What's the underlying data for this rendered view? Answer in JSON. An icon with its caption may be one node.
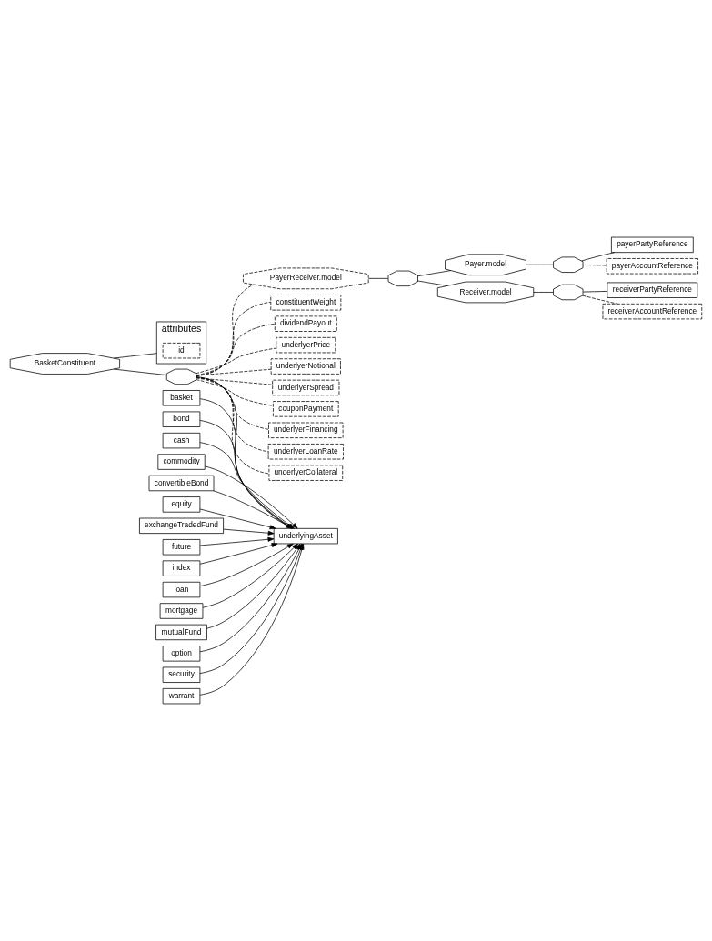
{
  "diagram": {
    "nodes": [
      {
        "text": [
          "BasketConstituent"
        ]
      },
      {
        "text": [
          "attributes"
        ]
      },
      {
        "text": [
          "id"
        ],
        "in": 1
      },
      {
        "text": [],
        "shape": "octagon"
      },
      {
        "text": [
          "PayerReceiver.model"
        ]
      },
      {
        "text": [],
        "shape": "octagon"
      },
      {
        "text": [
          "Payer.model"
        ]
      },
      {
        "text": [],
        "shape": "octagon"
      },
      {
        "text": [
          "payerPartyReference"
        ]
      },
      {
        "text": [
          "payerAccountReference"
        ]
      },
      {
        "text": [
          "Receiver.model"
        ]
      },
      {
        "text": [],
        "shape": "octagon"
      },
      {
        "text": [
          "receiverPartyReference"
        ]
      },
      {
        "text": [
          "receiverAccountReference"
        ]
      },
      {
        "text": [
          "underlyingAsset"
        ]
      },
      {
        "text": [
          "basket"
        ]
      },
      {
        "text": [
          "bond"
        ]
      },
      {
        "text": [
          "cash"
        ]
      },
      {
        "text": [
          "commodity"
        ]
      },
      {
        "text": [
          "convertibleBond"
        ]
      },
      {
        "text": [
          "equity"
        ]
      },
      {
        "text": [
          "exchangeTradedFund"
        ]
      },
      {
        "text": [
          "future"
        ]
      },
      {
        "text": [
          "index"
        ]
      },
      {
        "text": [
          "loan"
        ]
      },
      {
        "text": [
          "mortgage"
        ]
      },
      {
        "text": [
          "mutualFund"
        ]
      },
      {
        "text": [
          "option"
        ]
      },
      {
        "text": [
          "security"
        ]
      },
      {
        "text": [
          "warrant"
        ]
      },
      {
        "text": [
          "constituentWeight"
        ]
      },
      {
        "text": [
          "dividendPayout"
        ]
      },
      {
        "text": [
          "underlyerPrice"
        ]
      },
      {
        "text": [
          "underlyerNotional"
        ]
      },
      {
        "text": [
          "underlyerSpread"
        ]
      },
      {
        "text": [
          "couponPayment"
        ]
      },
      {
        "text": [
          "underlyerFinancing"
        ]
      },
      {
        "text": [
          "underlyerLoanRate"
        ]
      },
      {
        "text": [
          "underlyerCollateral"
        ]
      }
    ],
    "edges": [
      {
        "from": 0,
        "to": 1,
        "arrow": "none"
      },
      {
        "from": 0,
        "to": 3,
        "arrow": "none"
      },
      {
        "from": 3,
        "to": 4,
        "arrow": "none",
        "style": "dashed"
      },
      {
        "from": 4,
        "to": 5,
        "arrow": "none"
      },
      {
        "from": 5,
        "to": 6,
        "arrow": "none"
      },
      {
        "from": 5,
        "to": 10,
        "arrow": "none"
      },
      {
        "from": 6,
        "to": 7,
        "arrow": "none"
      },
      {
        "from": 7,
        "to": 8,
        "arrow": "none"
      },
      {
        "from": 7,
        "to": 9,
        "arrow": "none",
        "style": "dashed"
      },
      {
        "from": 10,
        "to": 11,
        "arrow": "none"
      },
      {
        "from": 11,
        "to": 12,
        "arrow": "none"
      },
      {
        "from": 11,
        "to": 13,
        "arrow": "none",
        "style": "dashed"
      },
      {
        "from": 3,
        "to": 14,
        "arrow": "none"
      },
      {
        "from": 15,
        "to": 14,
        "arrow": "to"
      },
      {
        "from": 16,
        "to": 14,
        "arrow": "to"
      },
      {
        "from": 17,
        "to": 14,
        "arrow": "to"
      },
      {
        "from": 18,
        "to": 14,
        "arrow": "to"
      },
      {
        "from": 19,
        "to": 14,
        "arrow": "to"
      },
      {
        "from": 20,
        "to": 14,
        "arrow": "to"
      },
      {
        "from": 21,
        "to": 14,
        "arrow": "to"
      },
      {
        "from": 22,
        "to": 14,
        "arrow": "to"
      },
      {
        "from": 23,
        "to": 14,
        "arrow": "to"
      },
      {
        "from": 24,
        "to": 14,
        "arrow": "to"
      },
      {
        "from": 25,
        "to": 14,
        "arrow": "to"
      },
      {
        "from": 26,
        "to": 14,
        "arrow": "to"
      },
      {
        "from": 27,
        "to": 14,
        "arrow": "to"
      },
      {
        "from": 28,
        "to": 14,
        "arrow": "to"
      },
      {
        "from": 29,
        "to": 14,
        "arrow": "to"
      },
      {
        "from": 3,
        "to": 30,
        "arrow": "none",
        "style": "dashed"
      },
      {
        "from": 3,
        "to": 31,
        "arrow": "none",
        "style": "dashed"
      },
      {
        "from": 3,
        "to": 32,
        "arrow": "none",
        "style": "dashed"
      },
      {
        "from": 3,
        "to": 33,
        "arrow": "none",
        "style": "dashed"
      },
      {
        "from": 3,
        "to": 34,
        "arrow": "none",
        "style": "dashed"
      },
      {
        "from": 3,
        "to": 35,
        "arrow": "none",
        "style": "dashed"
      },
      {
        "from": 3,
        "to": 36,
        "arrow": "none",
        "style": "dashed"
      },
      {
        "from": 3,
        "to": 37,
        "arrow": "none",
        "style": "dashed"
      },
      {
        "from": 3,
        "to": 38,
        "arrow": "none",
        "style": "dashed"
      }
    ]
  }
}
